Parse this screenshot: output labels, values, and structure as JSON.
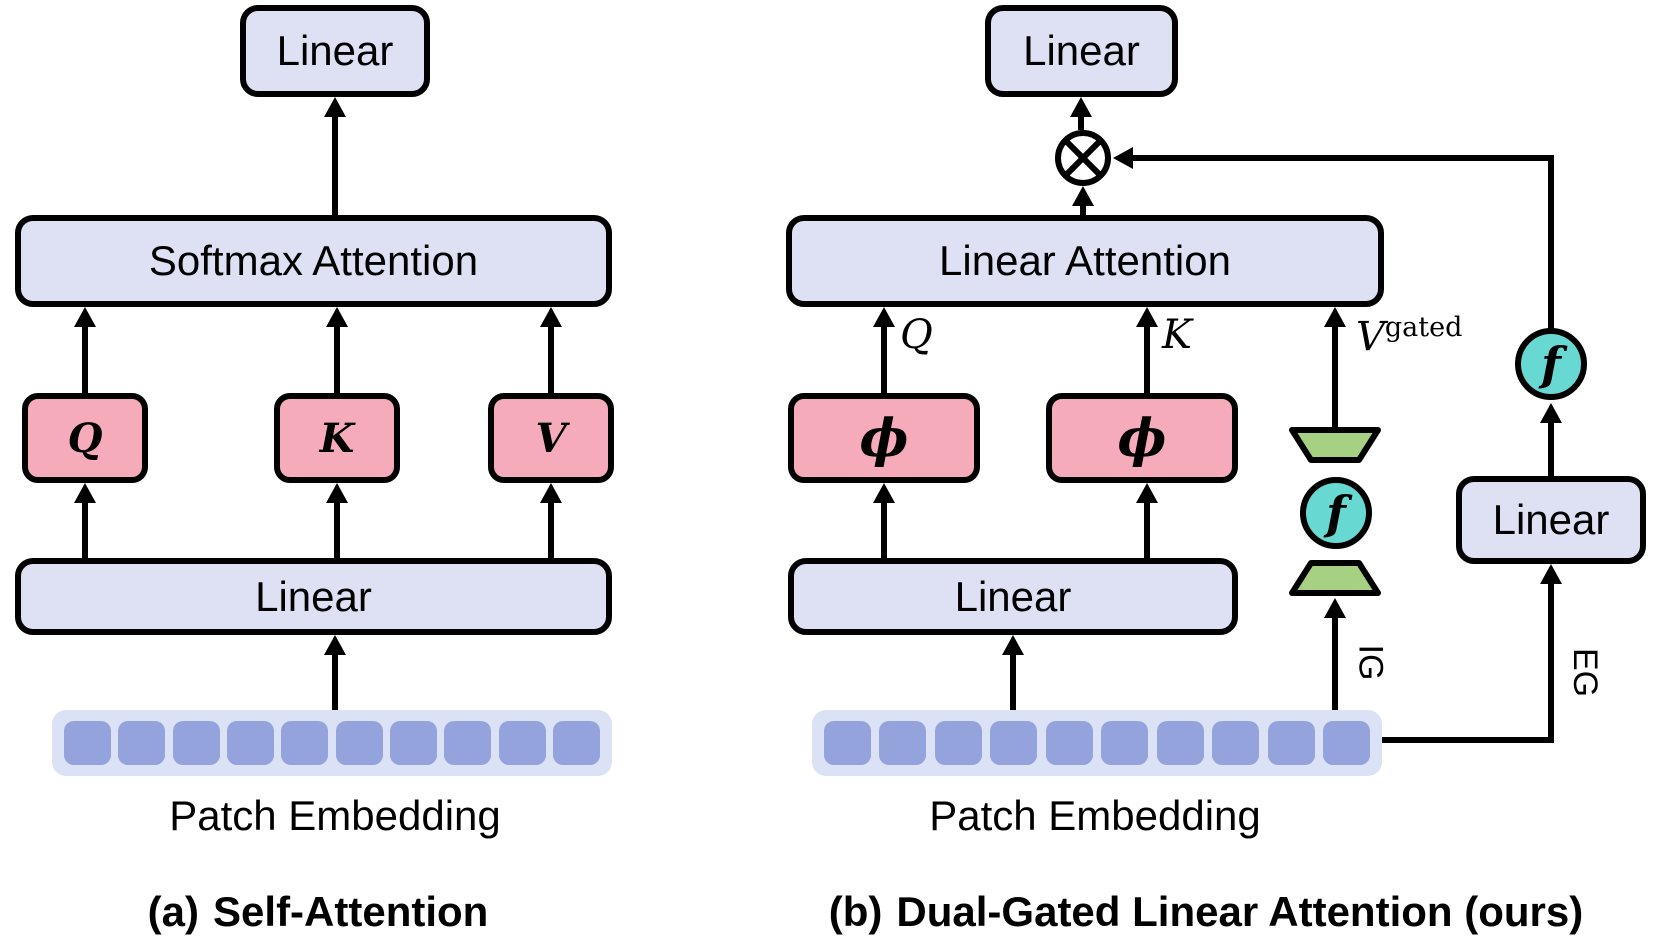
{
  "colors": {
    "box_fill": "#dde1f3",
    "pink_fill": "#f5abb9",
    "green_fill": "#a6d183",
    "teal_fill": "#68d9d2",
    "patch_square": "#94a3dc",
    "patch_bar": "#dce2f6",
    "stroke": "#000000",
    "background": "#ffffff"
  },
  "patches": {
    "count": 10
  },
  "panel_a": {
    "top_linear": "Linear",
    "attention": "Softmax Attention",
    "q": "Q",
    "k": "K",
    "v": "V",
    "bottom_linear": "Linear",
    "patch_label": "Patch Embedding",
    "caption_prefix": "(a)",
    "caption": "Self-Attention"
  },
  "panel_b": {
    "top_linear": "Linear",
    "attention": "Linear Attention",
    "q_label": "Q",
    "k_label": "K",
    "v_label_base": "V",
    "v_label_sup": "gated",
    "phi1": "ϕ",
    "phi2": "ϕ",
    "f_inner": "f",
    "f_outer": "f",
    "gate_linear": "Linear",
    "bottom_linear": "Linear",
    "patch_label": "Patch Embedding",
    "ig_label": "IG",
    "eg_label": "EG",
    "caption_prefix": "(b)",
    "caption": "Dual-Gated Linear Attention (ours)"
  }
}
